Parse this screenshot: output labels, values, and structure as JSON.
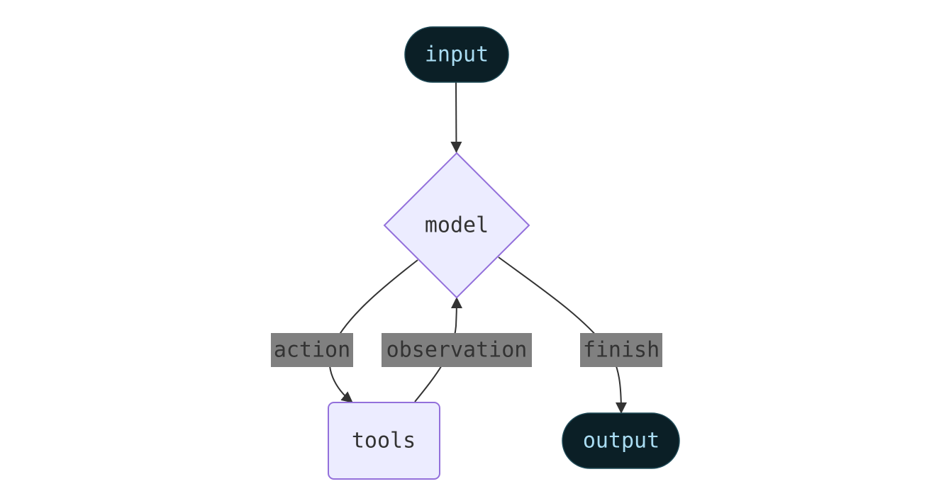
{
  "colors": {
    "terminal_fill": "#0b1f26",
    "terminal_stroke": "#1f4a57",
    "terminal_text": "#a9dcf2",
    "process_fill": "#ececff",
    "process_stroke": "#9370db",
    "process_text": "#333333",
    "edge": "#333333",
    "edge_label_bg": "#808080",
    "edge_label_text": "#333333"
  },
  "nodes": {
    "input": {
      "label": "input",
      "shape": "stadium"
    },
    "model": {
      "label": "model",
      "shape": "diamond"
    },
    "tools": {
      "label": "tools",
      "shape": "rounded-rect"
    },
    "output": {
      "label": "output",
      "shape": "stadium"
    }
  },
  "edges": [
    {
      "from": "input",
      "to": "model",
      "label": ""
    },
    {
      "from": "model",
      "to": "tools",
      "label": "action"
    },
    {
      "from": "tools",
      "to": "model",
      "label": "observation"
    },
    {
      "from": "model",
      "to": "output",
      "label": "finish"
    }
  ]
}
